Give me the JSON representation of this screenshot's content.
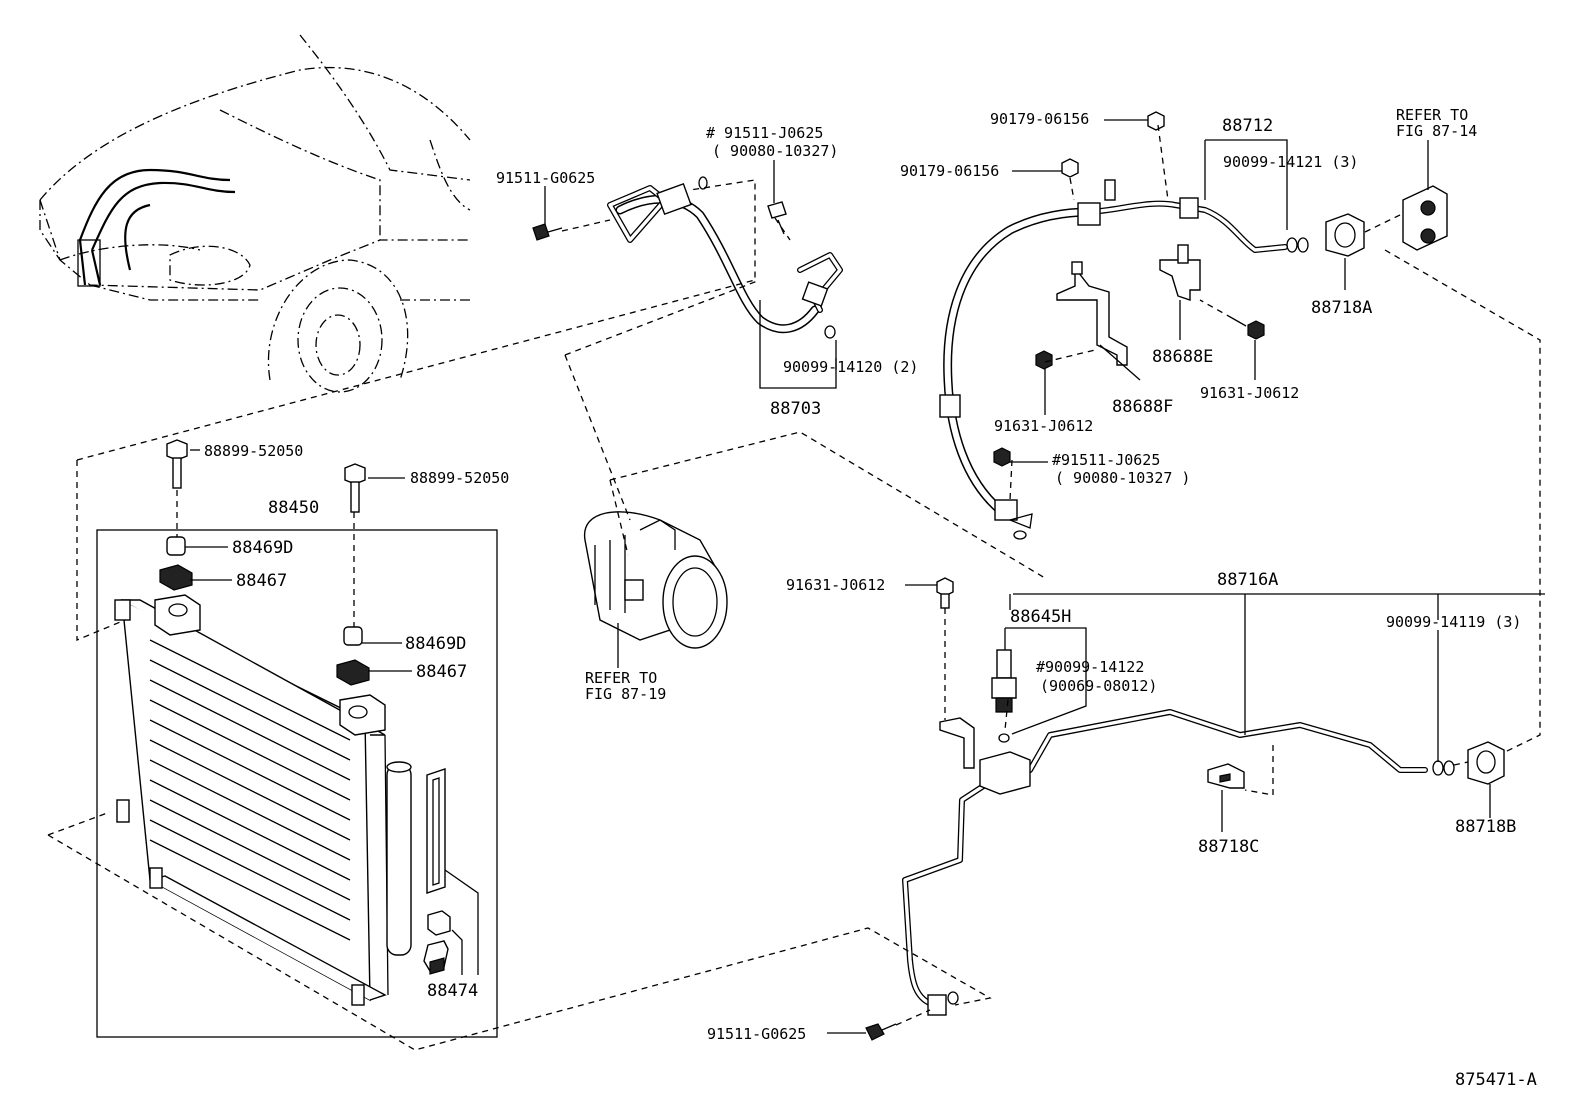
{
  "diagram_id": "875471-A",
  "labels": {
    "p_91511_J0625_a": "# 91511-J0625",
    "p_90080_10327_a": "( 90080-10327)",
    "p_91511_G0625_a": "91511-G0625",
    "p_90099_14120": "90099-14120 (2)",
    "p_88703": "88703",
    "p_90179_06156_a": "90179-06156",
    "p_90179_06156_b": "90179-06156",
    "p_88712": "88712",
    "p_90099_14121": "90099-14121 (3)",
    "p_refer_to_a": "REFER TO",
    "p_fig_87_14": "FIG 87-14",
    "p_88718A": "88718A",
    "p_88688E": "88688E",
    "p_91631_J0612_a": "91631-J0612",
    "p_88688F": "88688F",
    "p_91631_J0612_b": "91631-J0612",
    "p_91511_J0625_b": "#91511-J0625",
    "p_90080_10327_b": "( 90080-10327 )",
    "p_88899_52050_a": "88899-52050",
    "p_88899_52050_b": "88899-52050",
    "p_88450": "88450",
    "p_88469D_a": "88469D",
    "p_88467_a": "88467",
    "p_88469D_b": "88469D",
    "p_88467_b": "88467",
    "p_88474": "88474",
    "p_refer_to_b": "REFER TO",
    "p_fig_87_19": "FIG 87-19",
    "p_91631_J0612_c": "91631-J0612",
    "p_88716A": "88716A",
    "p_88645H": "88645H",
    "p_90099_14122": "#90099-14122",
    "p_90069_08012": "(90069-08012)",
    "p_90099_14119": "90099-14119 (3)",
    "p_88718C": "88718C",
    "p_88718B": "88718B",
    "p_91511_G0625_b": "91511-G0625"
  }
}
